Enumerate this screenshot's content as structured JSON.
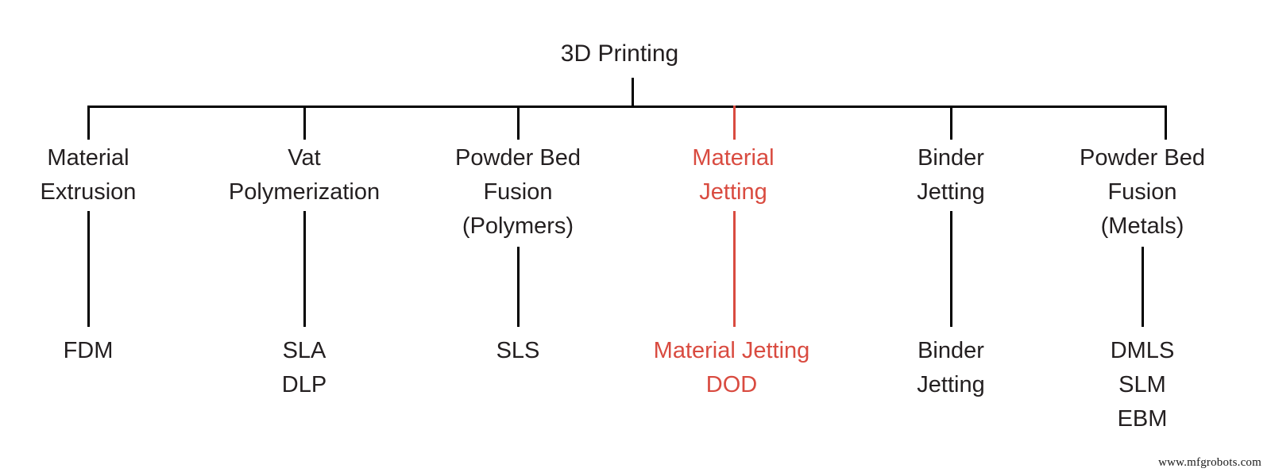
{
  "diagram": {
    "type": "tree",
    "title": "3D Printing",
    "colors": {
      "line": "#000000",
      "text": "#231f20",
      "highlight": "#d94b40",
      "background": "#ffffff"
    },
    "root": {
      "label": "3D Printing"
    },
    "branches": [
      {
        "id": "material-extrusion",
        "lines": [
          "Material",
          "Extrusion"
        ],
        "highlight": false,
        "leaf_lines": [
          "FDM"
        ]
      },
      {
        "id": "vat-polymerization",
        "lines": [
          "Vat",
          "Polymerization"
        ],
        "highlight": false,
        "leaf_lines": [
          "SLA",
          "DLP"
        ]
      },
      {
        "id": "powder-bed-fusion-polymers",
        "lines": [
          "Powder Bed",
          "Fusion",
          "(Polymers)"
        ],
        "highlight": false,
        "leaf_lines": [
          "SLS"
        ]
      },
      {
        "id": "material-jetting",
        "lines": [
          "Material",
          "Jetting"
        ],
        "highlight": true,
        "leaf_lines": [
          "Material Jetting",
          "DOD"
        ]
      },
      {
        "id": "binder-jetting",
        "lines": [
          "Binder",
          "Jetting"
        ],
        "highlight": false,
        "leaf_lines": [
          "Binder",
          "Jetting"
        ]
      },
      {
        "id": "powder-bed-fusion-metals",
        "lines": [
          "Powder Bed",
          "Fusion",
          "(Metals)"
        ],
        "highlight": false,
        "leaf_lines": [
          "DMLS",
          "SLM",
          "EBM"
        ]
      }
    ]
  },
  "watermark": {
    "text": "www.mfgrobots.com"
  }
}
